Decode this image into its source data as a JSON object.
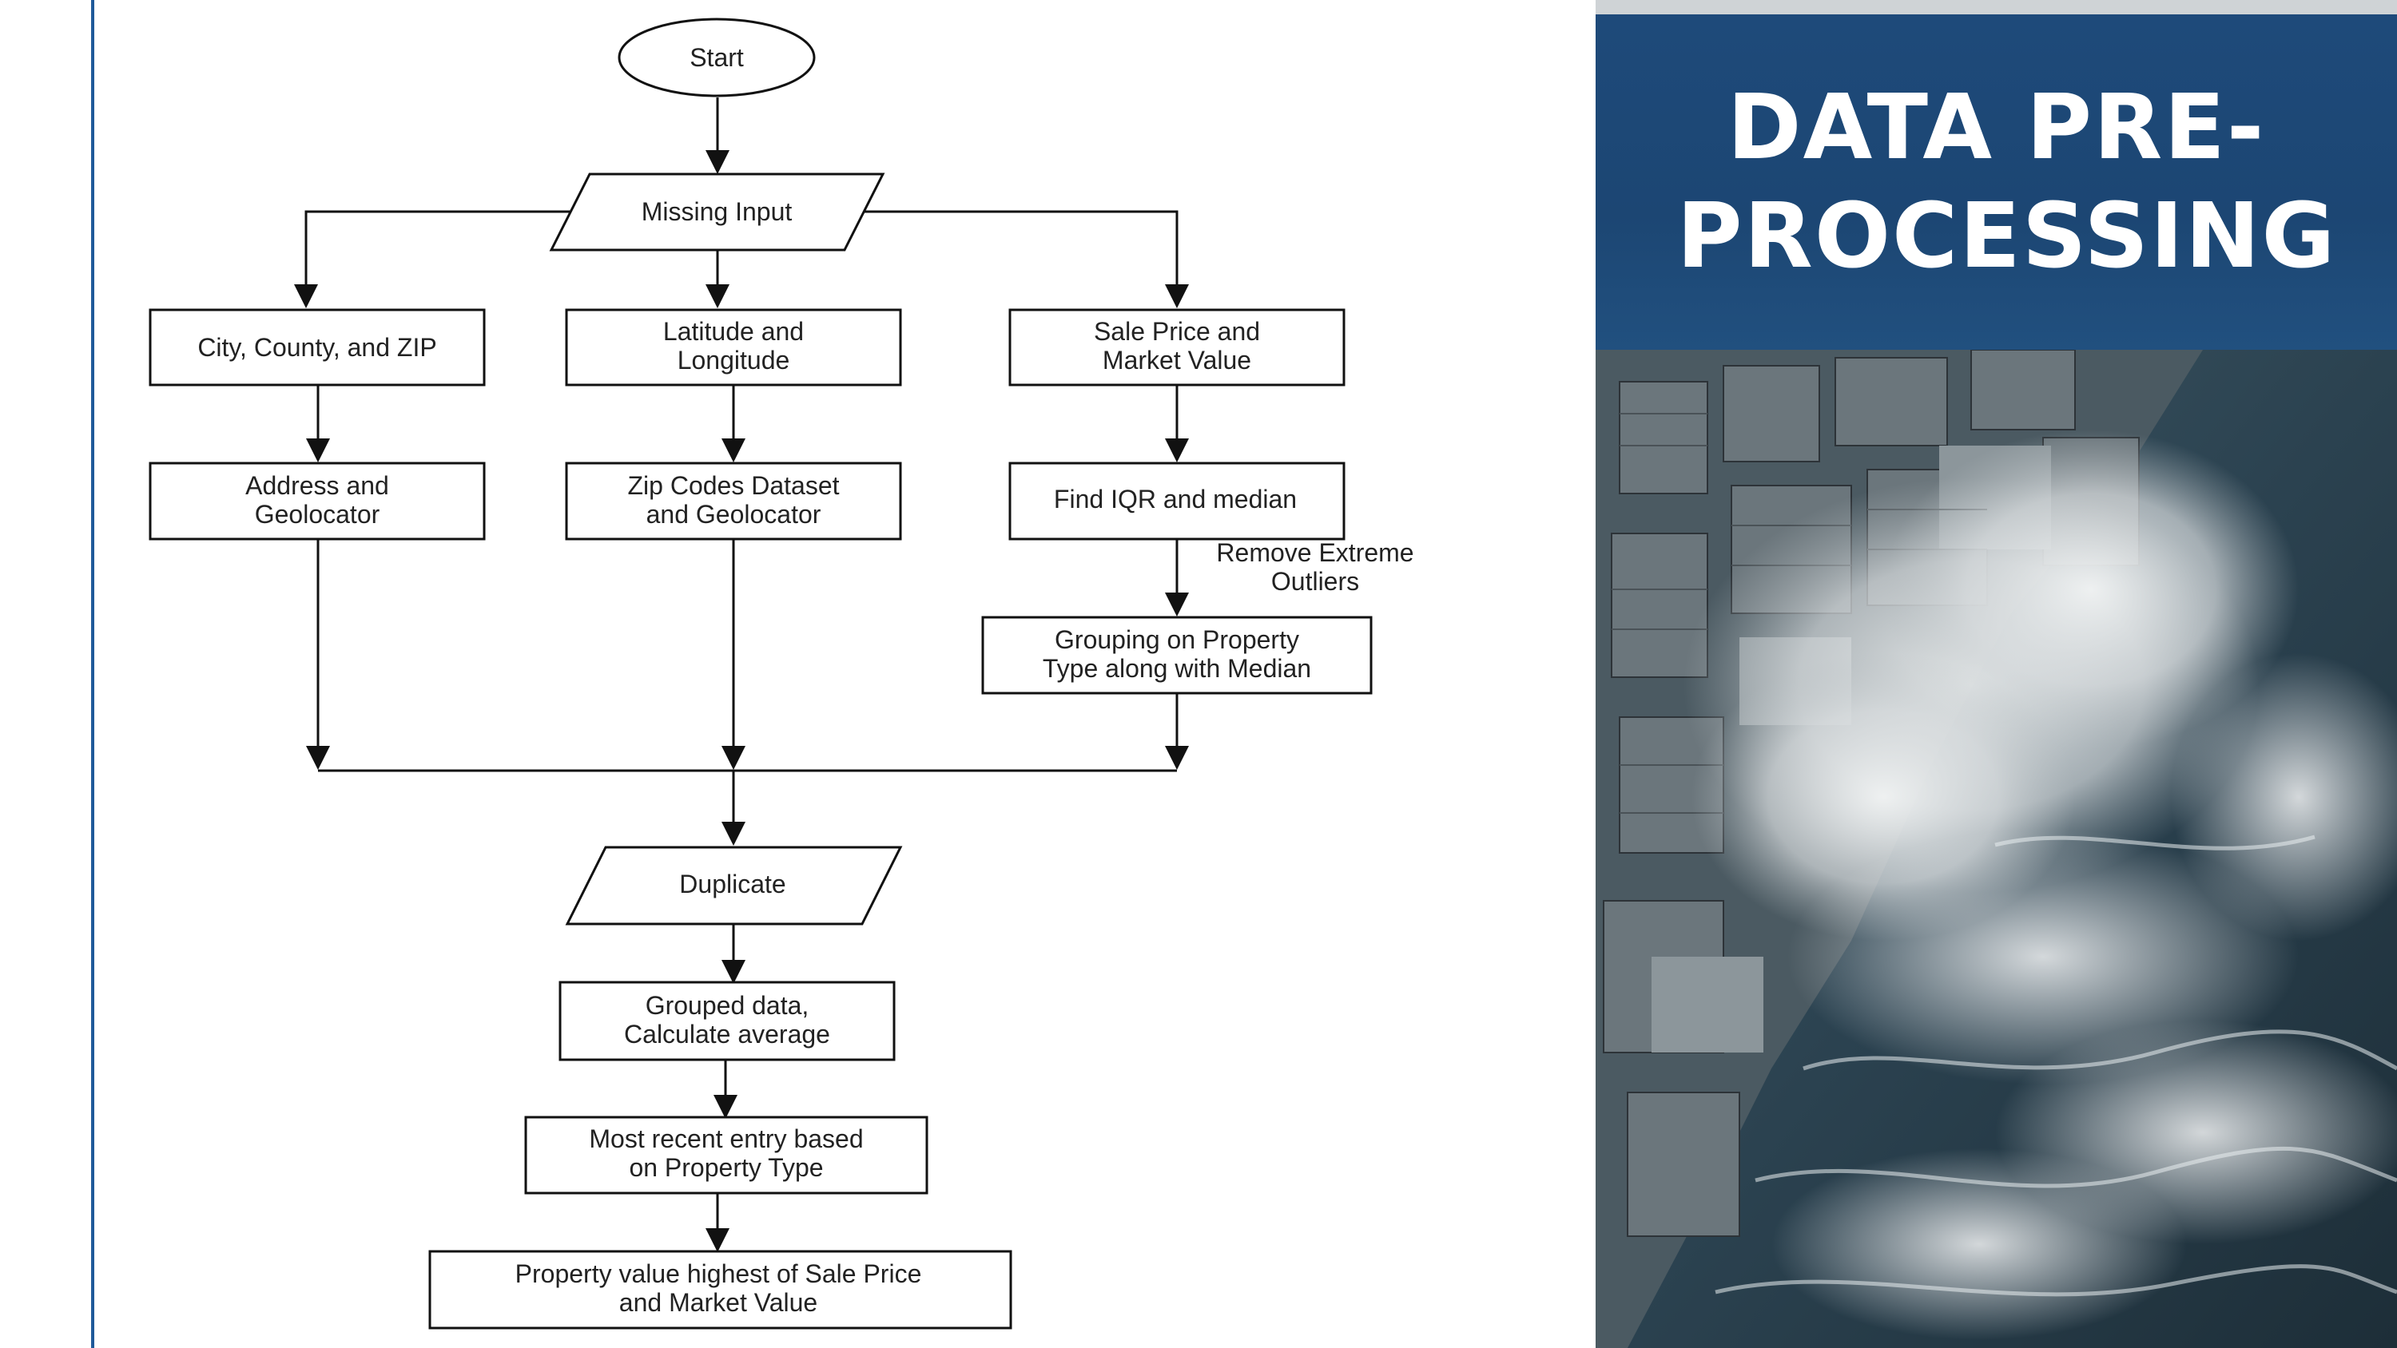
{
  "flowchart": {
    "start": "Start",
    "missing_input": "Missing Input",
    "branch_left": {
      "step1": "City, County, and ZIP",
      "step2_line1": "Address and",
      "step2_line2": "Geolocator"
    },
    "branch_middle": {
      "step1_line1": "Latitude and",
      "step1_line2": "Longitude",
      "step2_line1": "Zip Codes Dataset",
      "step2_line2": "and Geolocator"
    },
    "branch_right": {
      "step1_line1": "Sale Price and",
      "step1_line2": "Market Value",
      "step2": "Find IQR and median",
      "annotation_line1": "Remove Extreme",
      "annotation_line2": "Outliers",
      "step3_line1": "Grouping on Property",
      "step3_line2": "Type along with Median"
    },
    "duplicate": "Duplicate",
    "grouped_line1": "Grouped data,",
    "grouped_line2": "Calculate average",
    "recent_line1": "Most recent entry based",
    "recent_line2": "on Property Type",
    "final_line1": "Property value highest of Sale Price",
    "final_line2": "and Market Value"
  },
  "panel": {
    "title": "DATA PRE-PROCESSING",
    "photo_icon": "coastal-storm-waves-photo"
  },
  "colors": {
    "accent_rule": "#1f5a9a",
    "title_band": "#1e4a7a",
    "title_text": "#ffffff"
  }
}
